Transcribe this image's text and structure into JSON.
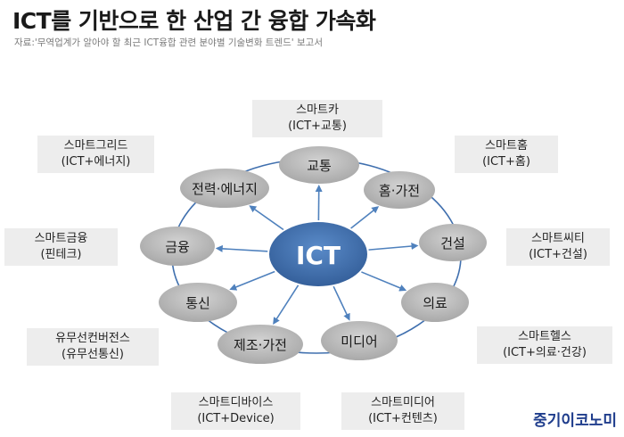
{
  "title": "ICT를 기반으로 한 산업 간 융합 가속화",
  "source": "자료:'무역업계가 알아야 할 최근 ICT융합 관련 분야별 기술변화 트렌드' 보고서",
  "center": {
    "label": "ICT",
    "color": "#3f6fae"
  },
  "colors": {
    "node": "#bcbcbc",
    "ring": "#3f6fae",
    "arrow": "#4f81bd",
    "box": "#ededed"
  },
  "nodes": [
    {
      "id": "traffic",
      "label": "교통"
    },
    {
      "id": "home-appliance",
      "label": "홈·가전"
    },
    {
      "id": "construction",
      "label": "건설"
    },
    {
      "id": "medical",
      "label": "의료"
    },
    {
      "id": "media",
      "label": "미디어"
    },
    {
      "id": "manufacturing",
      "label": "제조·가전"
    },
    {
      "id": "telecom",
      "label": "통신"
    },
    {
      "id": "finance",
      "label": "금융"
    },
    {
      "id": "power-energy",
      "label": "전력·에너지"
    }
  ],
  "boxes": [
    {
      "id": "smart-car",
      "lines": [
        "스마트카",
        "(ICT+교통)"
      ]
    },
    {
      "id": "smart-home",
      "lines": [
        "스마트홈",
        "(ICT+홈)"
      ]
    },
    {
      "id": "smart-city",
      "lines": [
        "스마트씨티",
        "(ICT+건설)"
      ]
    },
    {
      "id": "smart-health",
      "lines": [
        "스마트헬스",
        "(ICT+의료·건강)"
      ]
    },
    {
      "id": "smart-media",
      "lines": [
        "스마트미디어",
        "(ICT+컨텐츠)"
      ]
    },
    {
      "id": "smart-device",
      "lines": [
        "스마트디바이스",
        "(ICT+Device)"
      ]
    },
    {
      "id": "ubiquitous-convergence",
      "lines": [
        "유무선컨버전스",
        "(유무선통신)"
      ]
    },
    {
      "id": "smart-finance",
      "lines": [
        "스마트금융",
        "(핀테크)"
      ]
    },
    {
      "id": "smart-grid",
      "lines": [
        "스마트그리드",
        "(ICT+에너지)"
      ]
    }
  ],
  "brand": "중기이코노미"
}
